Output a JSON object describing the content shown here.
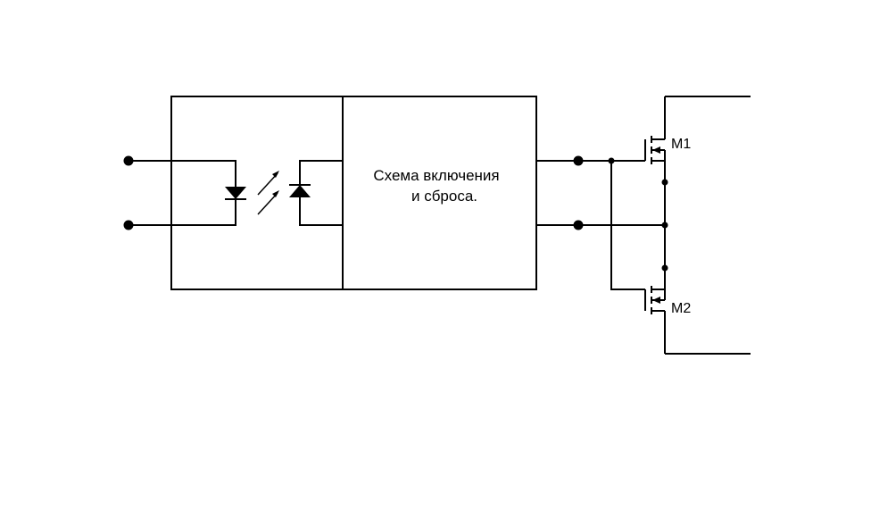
{
  "block": {
    "line1": "Схема включения",
    "line2": "и сброса."
  },
  "transistors": {
    "upper": "M1",
    "lower": "M2"
  }
}
